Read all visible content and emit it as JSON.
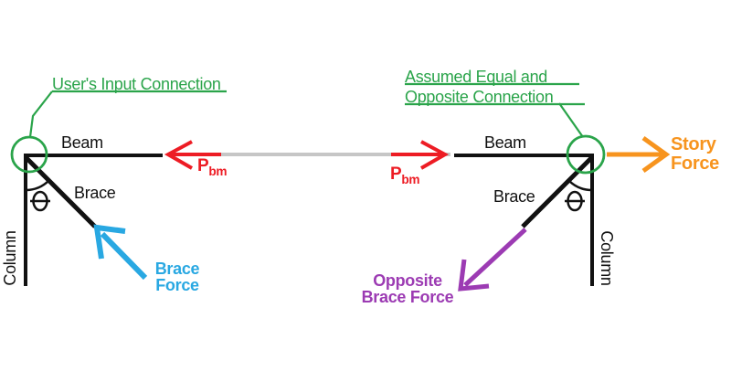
{
  "colors": {
    "structure_black": "#111111",
    "connection_green": "#2aa44a",
    "beam_force_red": "#ed1c24",
    "brace_force_blue": "#29a8e2",
    "opposite_brace_force_purple": "#9c3bb3",
    "story_force_orange": "#f7941e",
    "beam_axis_gray": "#c6c6c6"
  },
  "left_assembly": {
    "callout": "User's Input Connection",
    "beam_label": "Beam",
    "brace_label": "Brace",
    "column_label": "Column",
    "angle_symbol": "θ"
  },
  "right_assembly": {
    "callout_line1": "Assumed Equal and",
    "callout_line2": "Opposite Connection",
    "beam_label": "Beam",
    "brace_label": "Brace",
    "column_label": "Column",
    "angle_symbol": "θ"
  },
  "forces": {
    "beam_force": {
      "symbol": "P",
      "subscript": "bm"
    },
    "story_force": {
      "line1": "Story",
      "line2": "Force"
    },
    "brace_force": {
      "line1": "Brace",
      "line2": "Force"
    },
    "opposite_brace_force": {
      "line1": "Opposite",
      "line2": "Brace Force"
    }
  }
}
